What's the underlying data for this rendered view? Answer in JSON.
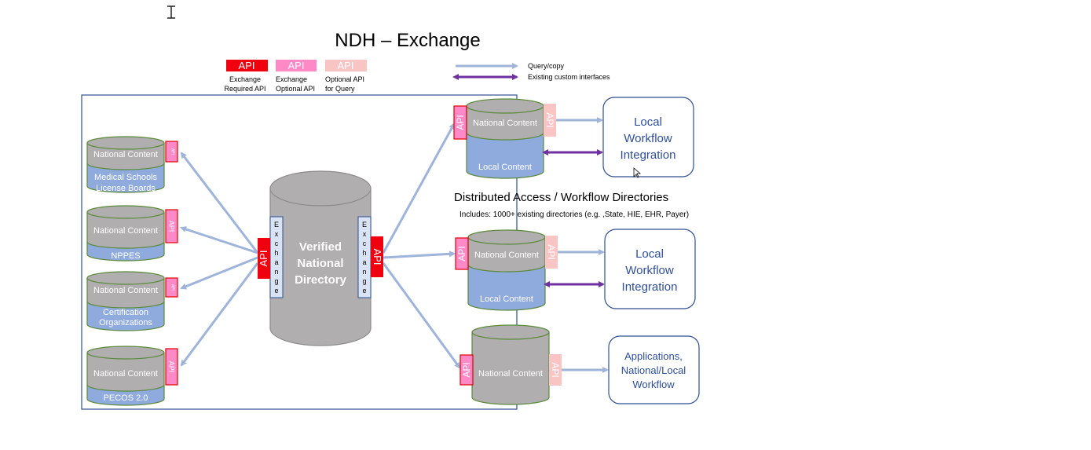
{
  "title": "NDH – Exchange",
  "legend": {
    "api_badge": "API",
    "required_label_1": "Exchange",
    "required_label_2": "Required API",
    "optional_label_1": "Exchange",
    "optional_label_2": "Optional API",
    "query_label_1": "Optional API",
    "query_label_2": "for Query",
    "arrow_query": "Query/copy",
    "arrow_custom": "Existing custom interfaces"
  },
  "sources": [
    {
      "top": "National Content",
      "bottom_1": "Medical Schools",
      "bottom_2": "License Boards",
      "api": "API"
    },
    {
      "top": "National Content",
      "bottom_1": "NPPES",
      "bottom_2": "",
      "api": "API"
    },
    {
      "top": "National Content",
      "bottom_1": "Certification",
      "bottom_2": "Organizations",
      "api": "API"
    },
    {
      "top": "National Content",
      "bottom_1": "PECOS 2.0",
      "bottom_2": "",
      "api": "API"
    }
  ],
  "center": {
    "line_1": "Verified",
    "line_2": "National",
    "line_3": "Directory",
    "exchange_letters": [
      "E",
      "x",
      "c",
      "h",
      "a",
      "n",
      "g",
      "e"
    ],
    "api": "API"
  },
  "distributed": {
    "heading": "Distributed Access / Workflow Directories",
    "subheading": "Includes: 1000+ existing directories (e.g. ,State, HIE,  EHR,  Payer)"
  },
  "targets": [
    {
      "top": "National Content",
      "bottom": "Local Content",
      "api": "API",
      "box_1": "Local",
      "box_2": "Workflow",
      "box_3": "Integration"
    },
    {
      "top": "National Content",
      "bottom": "Local Content",
      "api": "API",
      "box_1": "Local",
      "box_2": "Workflow",
      "box_3": "Integration"
    },
    {
      "top": "National Content",
      "bottom": "",
      "api": "API",
      "box_1": "Applications,",
      "box_2": "National/Local",
      "box_3": "Workflow"
    }
  ],
  "colors": {
    "required_api": "#f0000f",
    "optional_api": "#ff89c6",
    "query_api": "#f8c4c4",
    "cylinder_top": "#b0aeae",
    "cylinder_bottom": "#8faadc",
    "arrow_query": "#9fb4da",
    "arrow_custom": "#7030a0",
    "box_text": "#2f4f9a"
  }
}
